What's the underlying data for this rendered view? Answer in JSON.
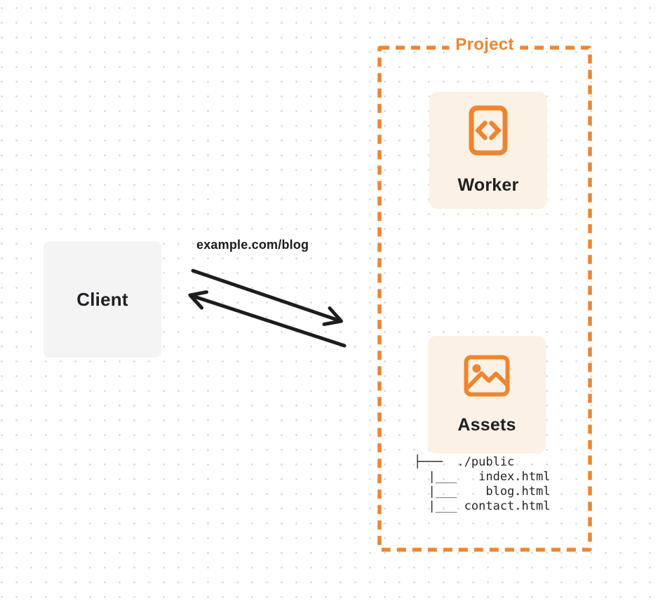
{
  "colors": {
    "orange": "#ee8531",
    "card_background": "#fbf1e4",
    "client_background": "#f4f4f5",
    "dark_text": "#1e1f22",
    "arrow": "#1d1d1f",
    "dot_grid": "#dedede"
  },
  "client": {
    "label": "Client"
  },
  "request": {
    "label": "example.com/blog"
  },
  "project": {
    "label": "Project",
    "worker": {
      "label": "Worker",
      "icon": "code-file-icon"
    },
    "assets": {
      "label": "Assets",
      "icon": "image-icon"
    },
    "file_tree": {
      "lines": [
        "├───  ./public",
        "  |___   index.html",
        "  |___    blog.html",
        "  |___ contact.html"
      ]
    }
  }
}
